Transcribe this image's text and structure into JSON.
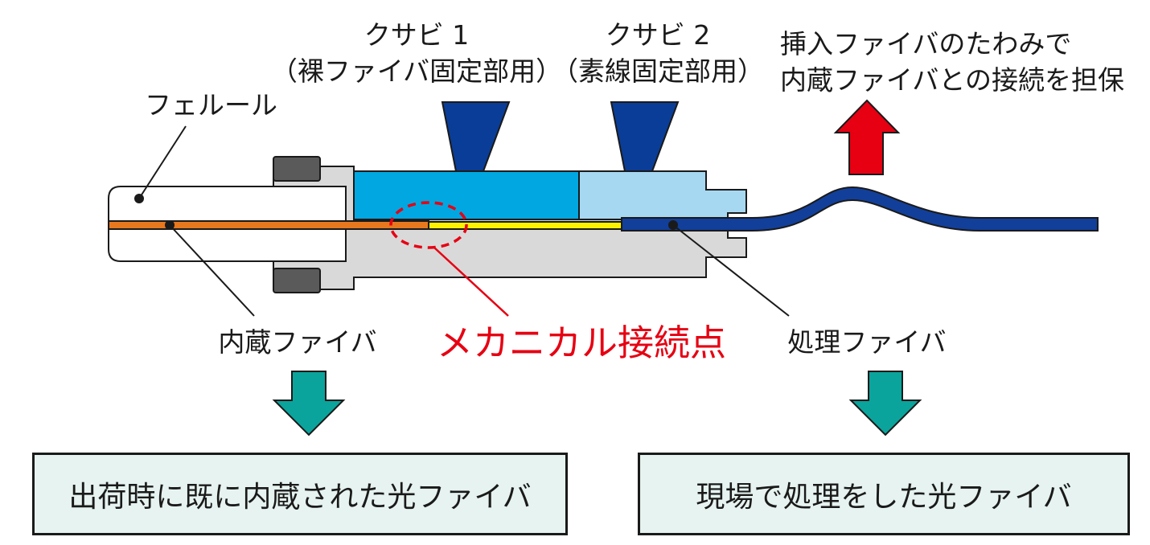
{
  "labels": {
    "wedge1_title": "クサビ 1",
    "wedge1_sub": "（裸ファイバ固定部用）",
    "wedge2_title": "クサビ 2",
    "wedge2_sub": "（素線固定部用）",
    "note_line1": "挿入ファイバのたわみで",
    "note_line2": "内蔵ファイバとの接続を担保",
    "ferrule": "フェルール",
    "builtin_fiber": "内蔵ファイバ",
    "mechanical_splice": "メカニカル接続点",
    "field_fiber": "処理ファイバ"
  },
  "boxes": {
    "left": "出荷時に既に内蔵された光ファイバ",
    "right": "現場で処理をした光ファイバ"
  },
  "colors": {
    "wedge": "#0a3d97",
    "wedge1_holder": "#00a7e1",
    "wedge2_holder": "#a6d8f2",
    "housing": "#d9d9d9",
    "builtin_fiber": "#e8781e",
    "bare_fiber": "#fff200",
    "field_fiber": "#123f99",
    "splice_mark": "#e60012",
    "up_arrow": "#e60012",
    "down_arrow": "#0aa49c",
    "box_fill": "#e6f3f0"
  }
}
